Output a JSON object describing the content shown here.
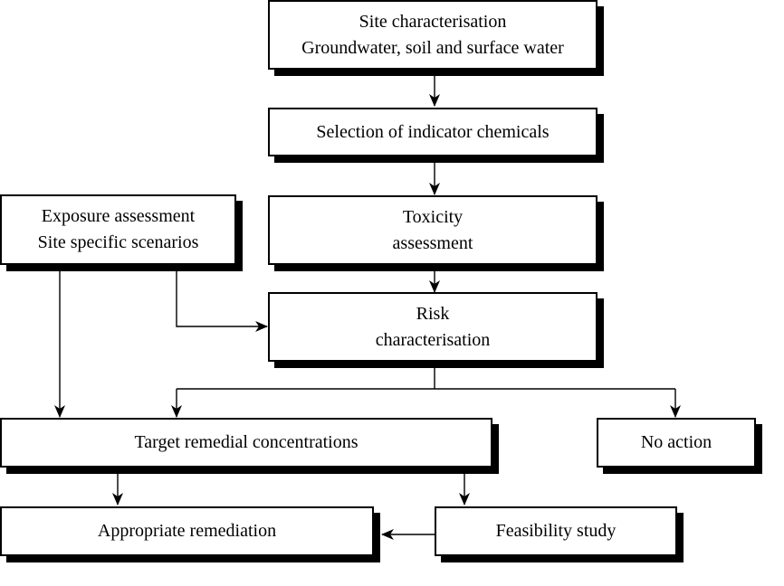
{
  "boxes": {
    "site_characterisation": {
      "line1": "Site characterisation",
      "line2": "Groundwater, soil and surface water"
    },
    "selection_indicator": {
      "line1": "Selection of indicator chemicals"
    },
    "exposure_assessment": {
      "line1": "Exposure assessment",
      "line2": "Site specific scenarios"
    },
    "toxicity_assessment": {
      "line1": "Toxicity",
      "line2": "assessment"
    },
    "risk_characterisation": {
      "line1": "Risk",
      "line2": "characterisation"
    },
    "target_remedial": {
      "line1": "Target remedial concentrations"
    },
    "no_action": {
      "line1": "No action"
    },
    "appropriate_remediation": {
      "line1": "Appropriate remediation"
    },
    "feasibility_study": {
      "line1": "Feasibility study"
    }
  },
  "colors": {
    "line": "#000000",
    "box_fill": "#ffffff",
    "shadow": "#000000"
  }
}
